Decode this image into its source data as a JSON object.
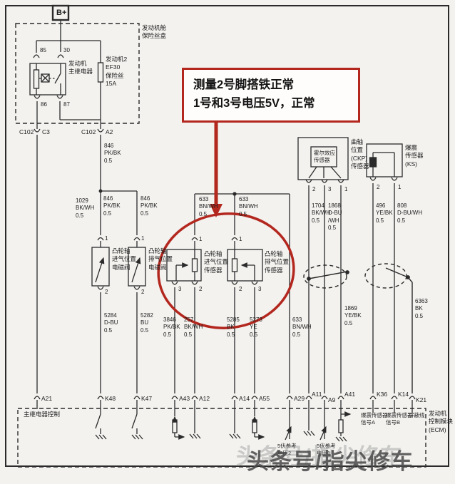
{
  "colors": {
    "red": "#b3271e",
    "ink": "#2b2b2b",
    "paper": "#f3f2ef"
  },
  "annotation": {
    "line1": "测量2号脚搭铁正常",
    "line2": "1号和3号电压5V，正常"
  },
  "watermark": "头条号/指尖修车",
  "fusebox": {
    "battery": "B+",
    "box_label": "发动机舱\n保险丝盒",
    "relay_label": "发动机\n主继电器",
    "fuse_label": "发动机2\nEF30\n保险丝\n15A",
    "pin_85": "85",
    "pin_30": "30",
    "pin_86": "86",
    "pin_87": "87"
  },
  "connectors_top": {
    "c102_left": "C102",
    "c3": "C3",
    "c102_right": "C102",
    "a2": "A2"
  },
  "pin_labels": {
    "p1": "1",
    "p2": "2",
    "p3": "3"
  },
  "wires": {
    "w1029": "1029\nBK/WH\n0.5",
    "w846_main": "846\nPK/BK\n0.5",
    "w846_l": "846\nPK/BK\n0.5",
    "w846_r": "846\nPK/BK\n0.5",
    "w5284": "5284\nD-BU\n0.5",
    "w5282": "5282\nBU\n0.5",
    "w633_l": "633\nBN/WH\n0.5",
    "w633_r": "633\nBN/WH\n0.5",
    "w633_ref": "633\nBN/WH\n0.5",
    "w3846": "3846\nPK/BK\n0.5",
    "w257": "257\nBK/WH\n0.5",
    "w5285": "5285\nBK\n0.5",
    "w5273": "5273\nYE\n0.5",
    "w1704": "1704\nBK/WH\n0.5",
    "w1868": "1868\nD-BU\n/WH\n0.5",
    "w1869": "1869\nYE/BK\n0.5",
    "w496": "496\nYE/BK\n0.5",
    "w808": "808\nD-BU/WH\n0.5",
    "w6363": "6363\nBK\n0.5"
  },
  "components": {
    "sol_intake": "凸轮轴\n进气位置\n电磁阀",
    "sol_exhaust": "凸轮轴\n排气位置\n电磁阀",
    "cmp_intake": "凸轮轴\n进气位置\n传感器",
    "cmp_exhaust": "凸轮轴\n排气位置\n传感器",
    "ckp_inner": "霍尔效应\n传感器",
    "ckp_label": "曲轴\n位置\n(CKP)\n传感器",
    "ks_label": "爆震\n传感器\n(KS)"
  },
  "ecm": {
    "relay_ctrl": "主继电器控制",
    "ref2": "5伏参考\n电压2",
    "ref1": "5伏参考\n电压1",
    "ks_sig_a": "爆震传感器\n信号A",
    "ks_sig_b": "爆震传感器\n信号B",
    "shield": "屏蔽线",
    "module_label": "发动机\n控制模块\n(ECM)",
    "pins": {
      "a21": "A21",
      "k48": "K48",
      "k47": "K47",
      "a43": "A43",
      "a12": "A12",
      "a14": "A14",
      "a55": "A55",
      "a29": "A29",
      "a11": "A11",
      "a9": "A9",
      "a41": "A41",
      "k36": "K36",
      "k14": "K14",
      "k21": "K21"
    }
  }
}
